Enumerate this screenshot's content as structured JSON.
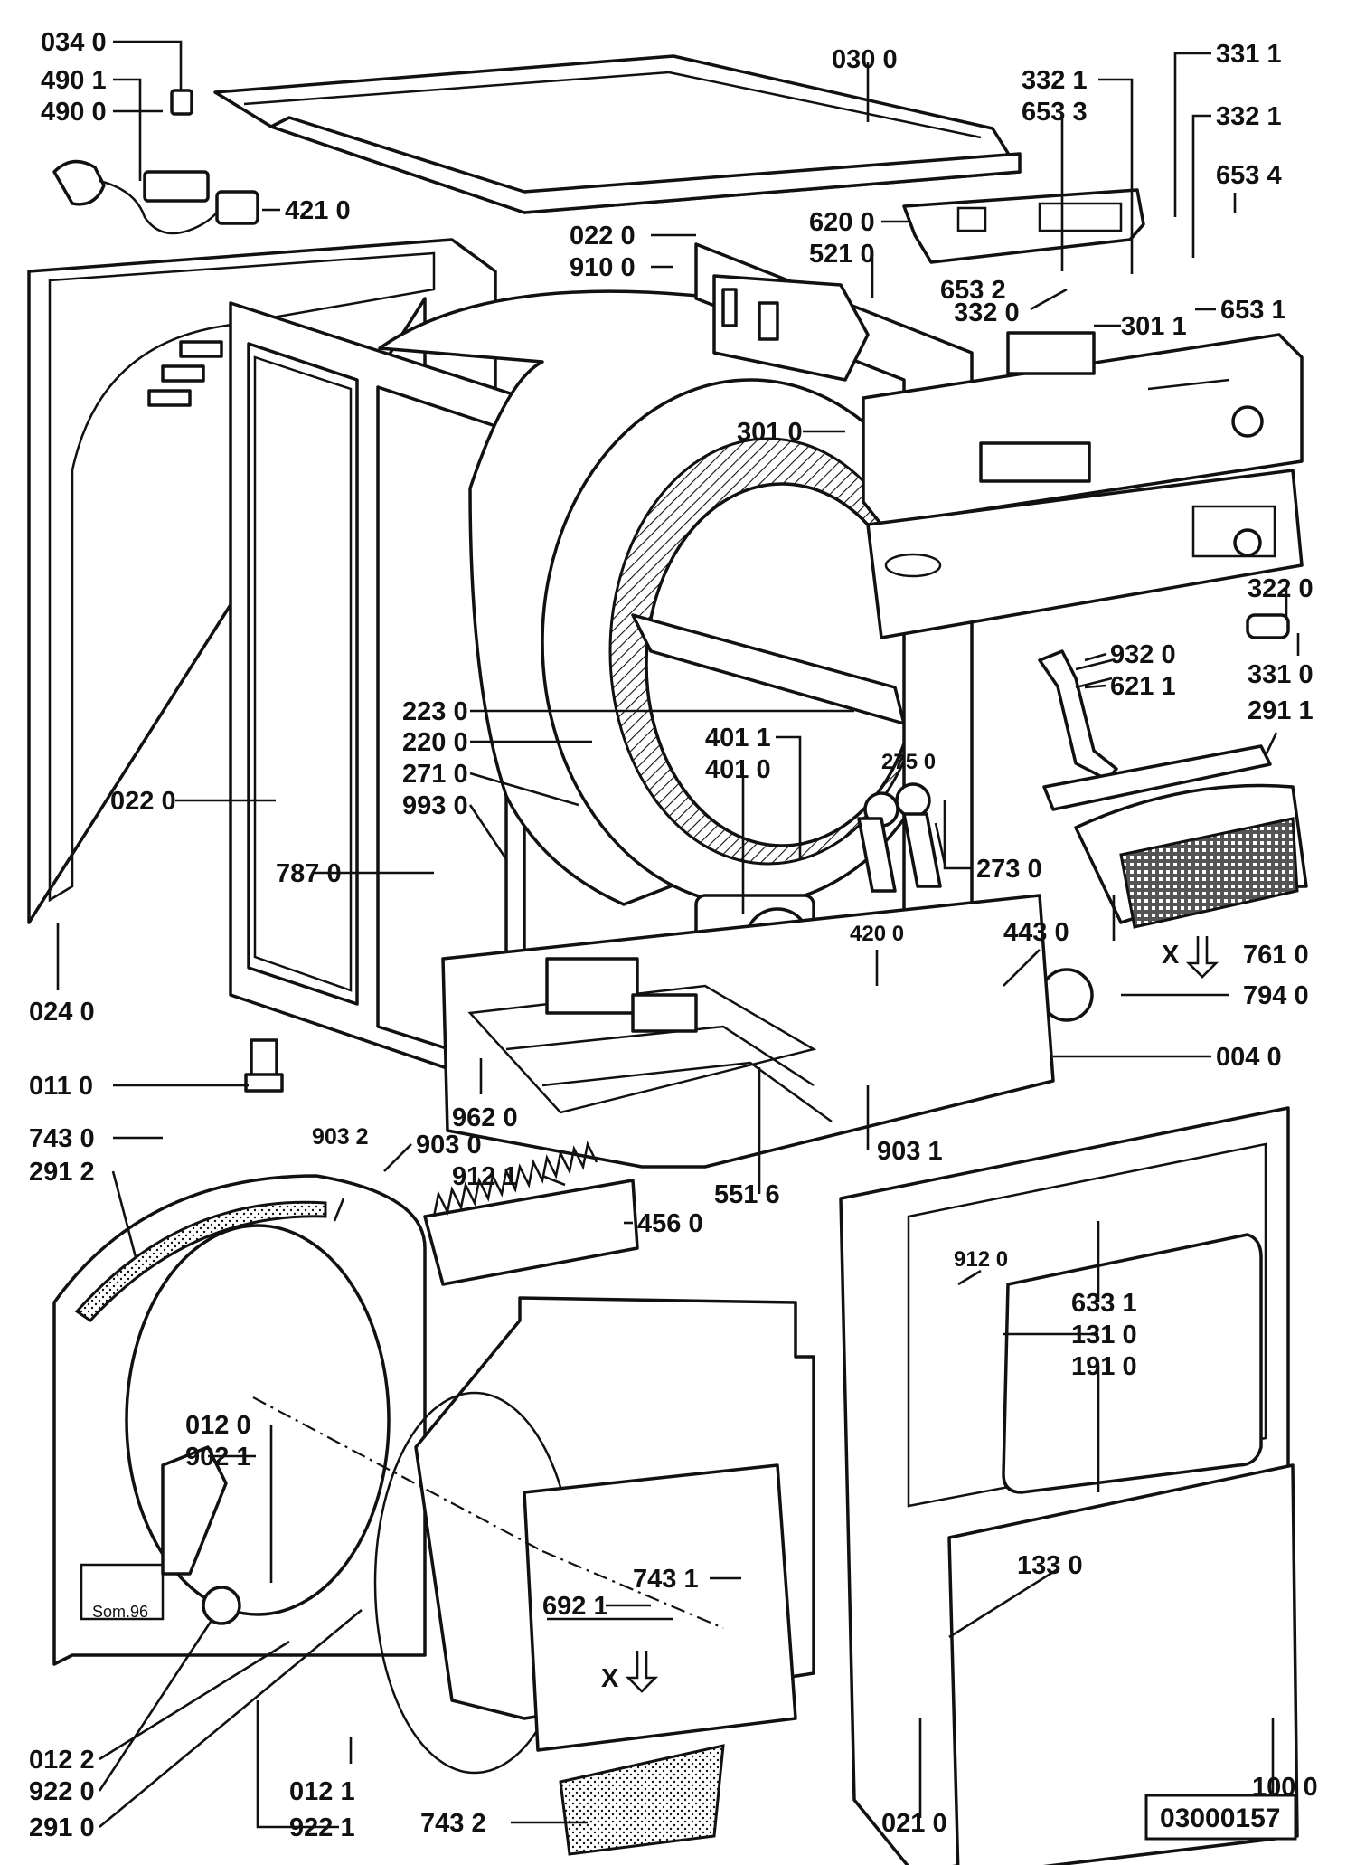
{
  "labels": [
    "034 0",
    "490 1",
    "490 0",
    "421 0",
    "030 0",
    "022 0",
    "910 0",
    "620 0",
    "521 0",
    "332 1",
    "653 3",
    "331 1",
    "332 1",
    "653 4",
    "653 2",
    "332 0",
    "301 1",
    "653 1",
    "301 0",
    "322 0",
    "331 0",
    "932 0",
    "621 1",
    "291 1",
    "223 0",
    "220 0",
    "271 0",
    "993 0",
    "401 1",
    "401 0",
    "275 0",
    "022 0",
    "787 0",
    "273 0",
    "420 0",
    "443 0",
    "761 0",
    "794 0",
    "024 0",
    "004 0",
    "011 0",
    "962 0",
    "903 1",
    "743 0",
    "291 2",
    "903 2",
    "903 0",
    "912 1",
    "551 6",
    "456 0",
    "912 0",
    "633 1",
    "131 0",
    "191 0",
    "012 0",
    "902 1",
    "743 1",
    "692 1",
    "133 0",
    "012 2",
    "922 0",
    "291 0",
    "012 1",
    "922 1",
    "743 2",
    "021 0",
    "100 0"
  ],
  "drawing_number": "03000157",
  "markers": [
    "X",
    "X"
  ],
  "plate_text": "Som.96"
}
